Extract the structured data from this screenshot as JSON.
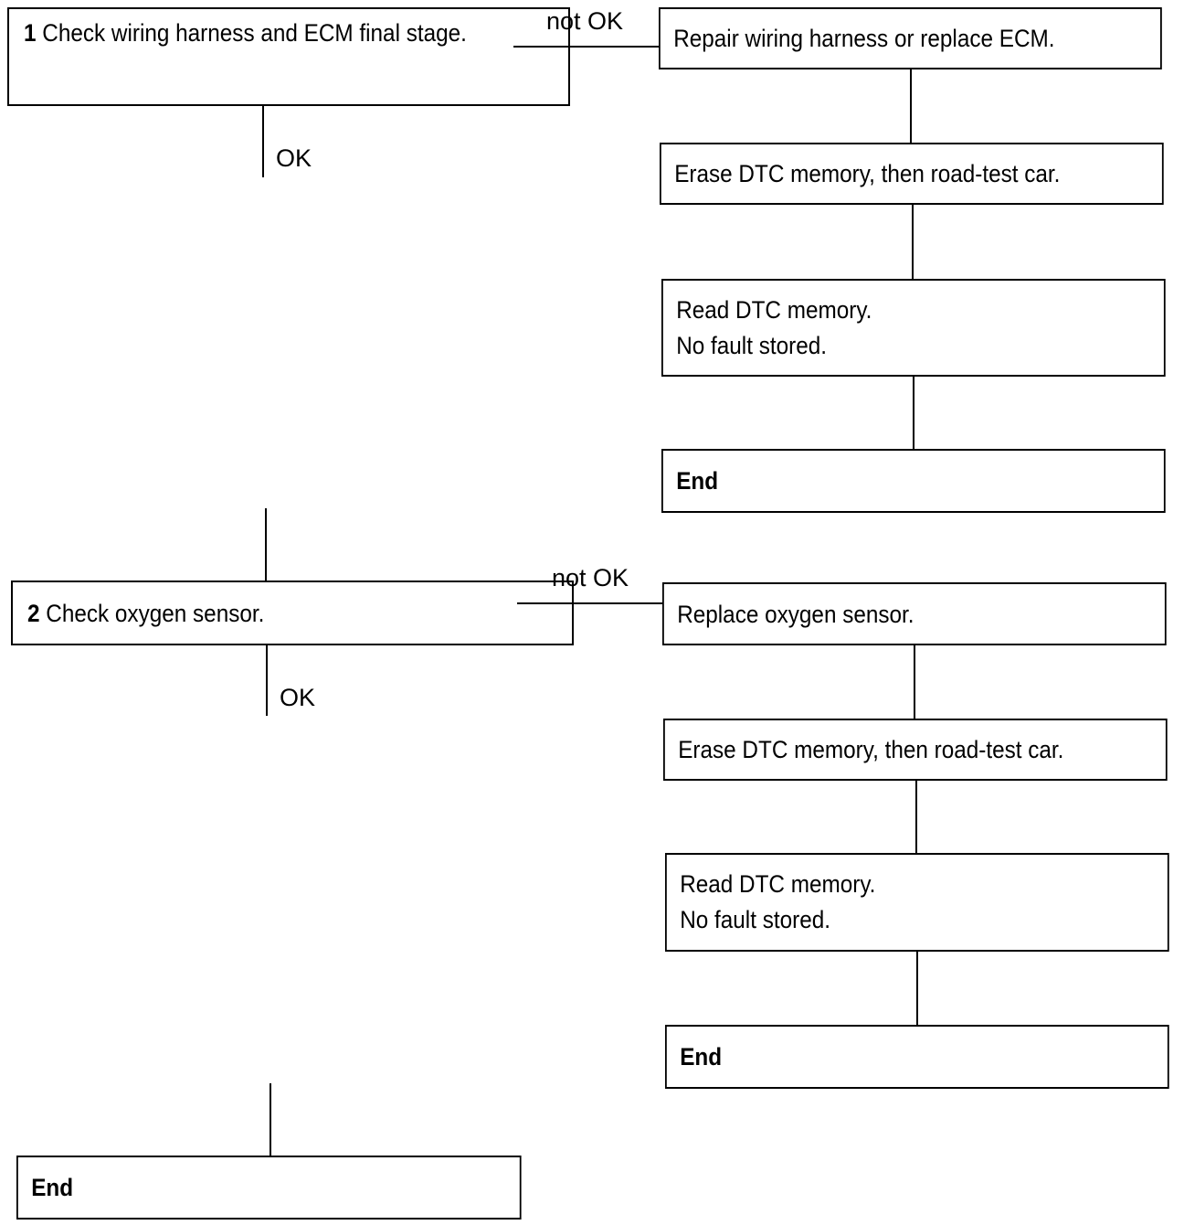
{
  "step1": {
    "number": "1",
    "text": "Check wiring harness and ECM final stage.",
    "not_ok_label": "not OK",
    "ok_label": "OK",
    "fail_path": {
      "repair": "Repair wiring harness or replace ECM.",
      "erase": "Erase DTC memory, then road-test car.",
      "read_line1": "Read DTC memory.",
      "read_line2": "No fault stored.",
      "end": "End"
    }
  },
  "step2": {
    "number": "2",
    "text": "Check oxygen sensor.",
    "not_ok_label": "not OK",
    "ok_label": "OK",
    "fail_path": {
      "repair": "Replace oxygen sensor.",
      "erase": "Erase DTC memory, then road-test car.",
      "read_line1": "Read DTC memory.",
      "read_line2": "No fault stored.",
      "end": "End"
    }
  },
  "final_end": "End"
}
